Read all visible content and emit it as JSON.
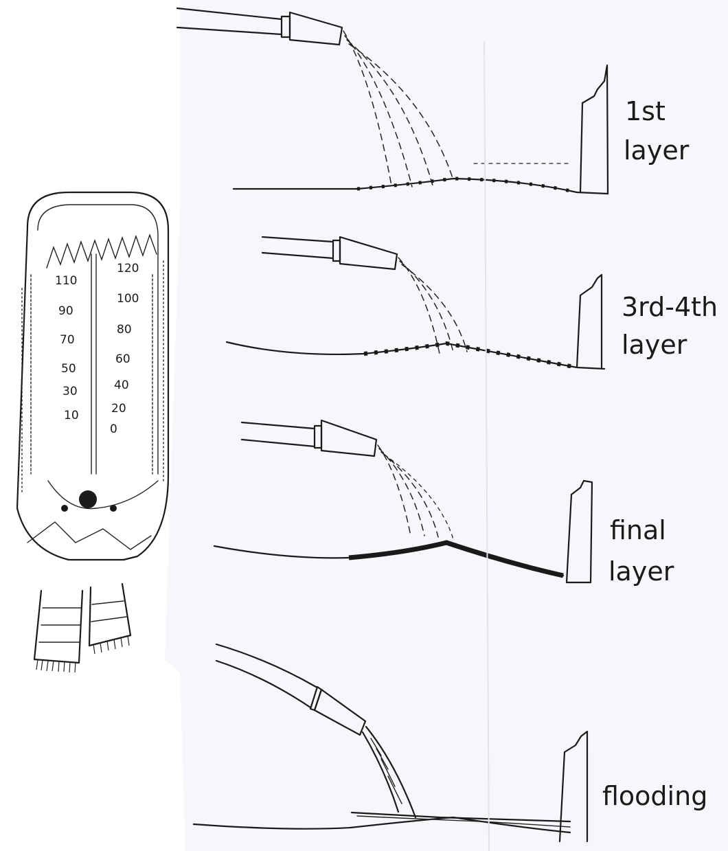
{
  "gauge": {
    "left_scale": [
      "110",
      "90",
      "70",
      "50",
      "30",
      "10"
    ],
    "right_scale": [
      "120",
      "100",
      "80",
      "60",
      "40",
      "20",
      "0"
    ]
  },
  "stages": [
    {
      "line1": "1st",
      "line2": "layer"
    },
    {
      "line1": "3rd-4th",
      "line2": "layer"
    },
    {
      "line1": "final",
      "line2": "layer"
    },
    {
      "line1": "flooding",
      "line2": ""
    }
  ],
  "colors": {
    "ink": "#1a1a1a",
    "paper": "#ffffff",
    "page_bg": "#f7f7fb"
  }
}
